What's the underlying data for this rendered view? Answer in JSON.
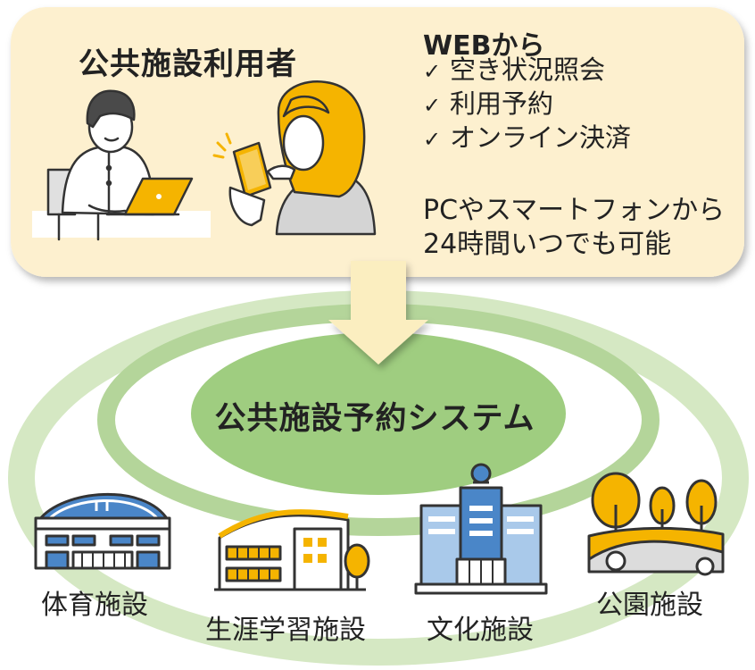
{
  "users_box": {
    "title": "公共施設利用者",
    "web_heading": "WEBから",
    "features": [
      "空き状況照会",
      "利用予約",
      "オンライン決済"
    ],
    "check_mark": "✓",
    "availability_lines": [
      "PCやスマートフォンから",
      "24時間いつでも可能"
    ]
  },
  "system": {
    "label": "公共施設予約システム"
  },
  "facilities": [
    {
      "id": "sports",
      "label": "体育施設",
      "icon": "gymnasium-icon"
    },
    {
      "id": "lifelong",
      "label": "生涯学習施設",
      "icon": "learning-center-icon"
    },
    {
      "id": "culture",
      "label": "文化施設",
      "icon": "cultural-hall-icon"
    },
    {
      "id": "park",
      "label": "公園施設",
      "icon": "park-trees-icon"
    }
  ],
  "colors": {
    "box_fill": "#fdf0cf",
    "arrow_fill": "#fbeec0",
    "ring_outer": "#d5e8c3",
    "ring_inner": "#b4d59a",
    "system_fill": "#9fcd80",
    "accent_yellow": "#f5b400",
    "building_blue": "#4a86c8",
    "outline": "#333333"
  }
}
